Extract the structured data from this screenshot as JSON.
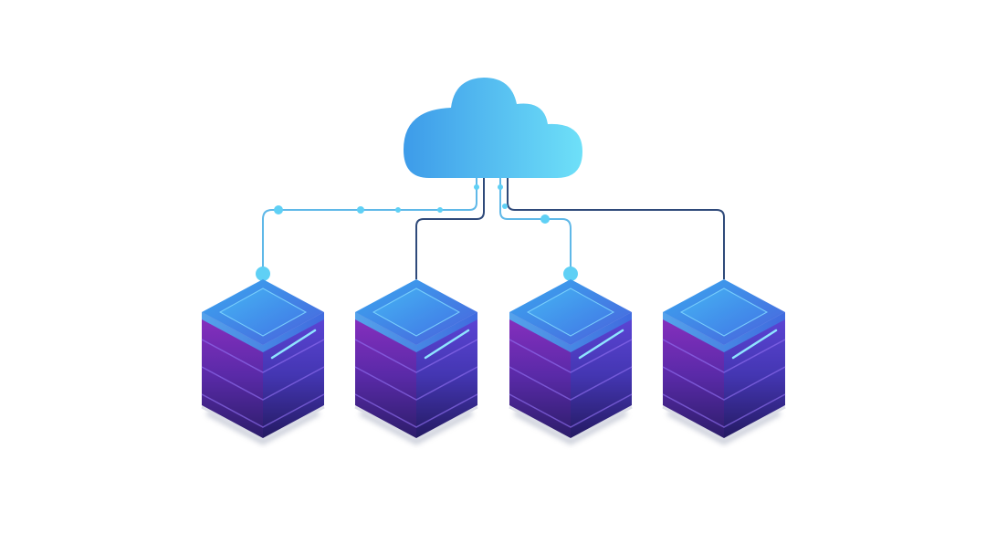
{
  "diagram": {
    "cloud": {
      "icon": "cloud-icon"
    },
    "servers": [
      {
        "id": "server-1",
        "icon": "server-stack-icon"
      },
      {
        "id": "server-2",
        "icon": "server-stack-icon"
      },
      {
        "id": "server-3",
        "icon": "server-stack-icon"
      },
      {
        "id": "server-4",
        "icon": "server-stack-icon"
      }
    ],
    "connections": [
      {
        "from": "cloud",
        "to": "server-1",
        "color": "#5fb8e8"
      },
      {
        "from": "cloud",
        "to": "server-2",
        "color": "#2f4a7a"
      },
      {
        "from": "cloud",
        "to": "server-3",
        "color": "#5fb8e8"
      },
      {
        "from": "cloud",
        "to": "server-4",
        "color": "#2f4a7a"
      }
    ],
    "colors": {
      "cloud_start": "#3d9be9",
      "cloud_end": "#6ee0f8",
      "server_top_start": "#3aa0ec",
      "server_top_end": "#4a6ae0",
      "server_body_top": "#6a3fc8",
      "server_body_bottom": "#2e1f6e",
      "node_dot": "#5fd0f5"
    }
  }
}
